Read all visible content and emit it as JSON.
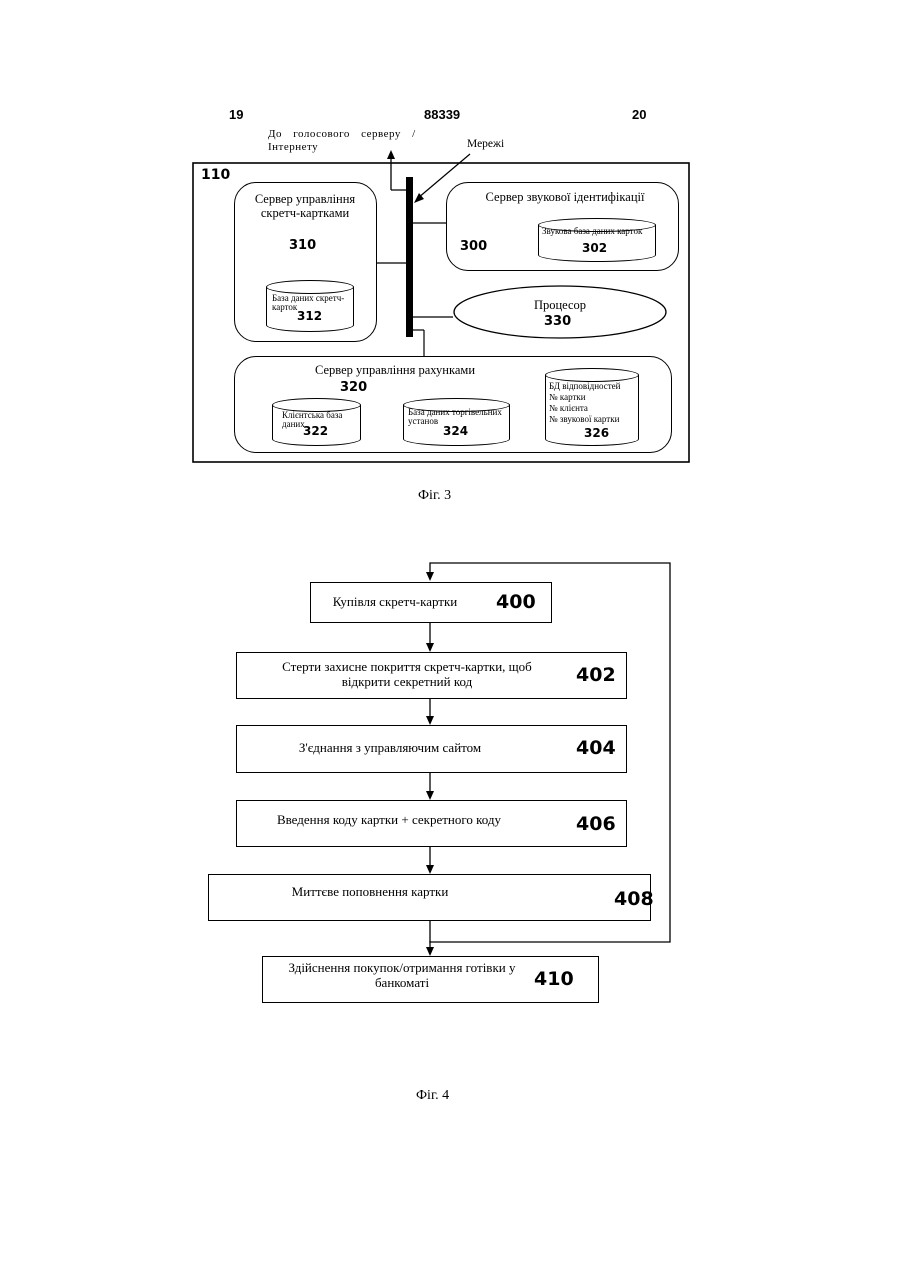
{
  "header": {
    "page_left": "19",
    "doc_number": "88339",
    "page_right": "20"
  },
  "fig3": {
    "voice_server_label": "До голосового серверу / Інтернету",
    "network_label": "Мережі",
    "system_id": "110",
    "scratch_server": {
      "label": "Сервер управління скретч-картками",
      "number": "310"
    },
    "scratch_db": {
      "label": "База даних скретч-карток",
      "number": "312"
    },
    "sound_server": {
      "label": "Сервер звукової ідентифікації",
      "number": "300"
    },
    "sound_db": {
      "label": "Звукова база даних карток",
      "number": "302"
    },
    "processor": {
      "label": "Процесор",
      "number": "330"
    },
    "accounts_server": {
      "label": "Сервер управління рахунками",
      "number": "320"
    },
    "client_db": {
      "label": "Клієнтська база даних",
      "number": "322"
    },
    "merchant_db": {
      "label": "База даних торгівельних установ",
      "number": "324"
    },
    "mapping_db": {
      "lines": [
        "БД відповідностей",
        "№ картки",
        "№ клієнта",
        "№ звукової картки"
      ],
      "number": "326"
    },
    "caption": "Фіг. 3"
  },
  "fig4": {
    "steps": [
      {
        "text": "Купівля скретч-картки",
        "number": "400"
      },
      {
        "text": "Стерти захисне покриття скретч-картки, щоб відкрити секретний код",
        "number": "402"
      },
      {
        "text": "З'єднання з управляючим сайтом",
        "number": "404"
      },
      {
        "text": "Введення коду картки + секретного коду",
        "number": "406"
      },
      {
        "text": "Миттєве поповнення картки",
        "number": "408"
      },
      {
        "text": "Здійснення покупок/отримання готівки у банкоматі",
        "number": "410"
      }
    ],
    "caption": "Фіг. 4"
  }
}
